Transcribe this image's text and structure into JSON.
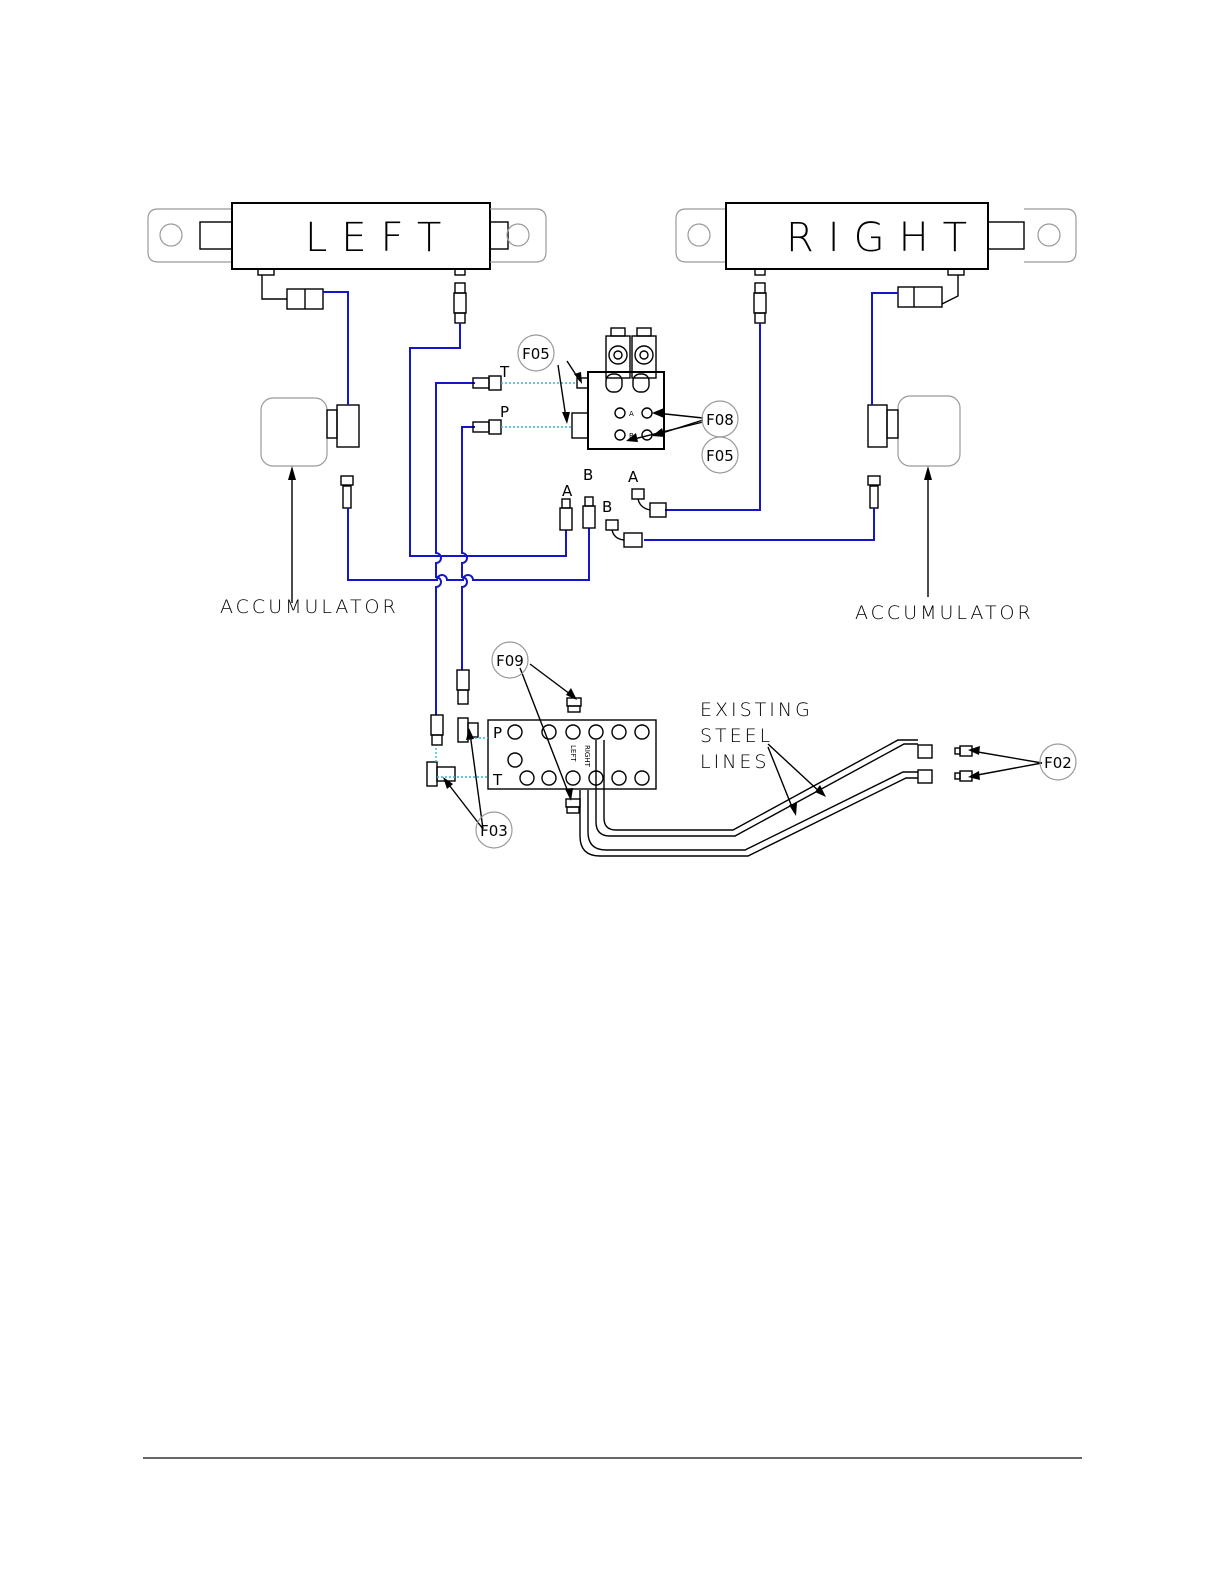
{
  "cylinders": {
    "left_label": "LEFT",
    "right_label": "RIGHT"
  },
  "accumulator_labels": {
    "left": "ACCUMULATOR",
    "right": "ACCUMULATOR"
  },
  "existing_lines_note": [
    "EXISTING",
    "STEEL",
    "LINES"
  ],
  "valve_ports": {
    "t": "T",
    "p": "P",
    "a": "A",
    "b": "B",
    "a_small": "A",
    "b_small": "B"
  },
  "line_ports": {
    "a_left": "A",
    "b_left": "B",
    "a_right": "A",
    "b_right": "B"
  },
  "manifold": {
    "p": "P",
    "t": "T",
    "left": "LEFT",
    "right": "RIGHT"
  },
  "callouts": {
    "f05_top": "F05",
    "f08": "F08",
    "f05_right": "F05",
    "f09": "F09",
    "f03": "F03",
    "f02": "F02"
  }
}
